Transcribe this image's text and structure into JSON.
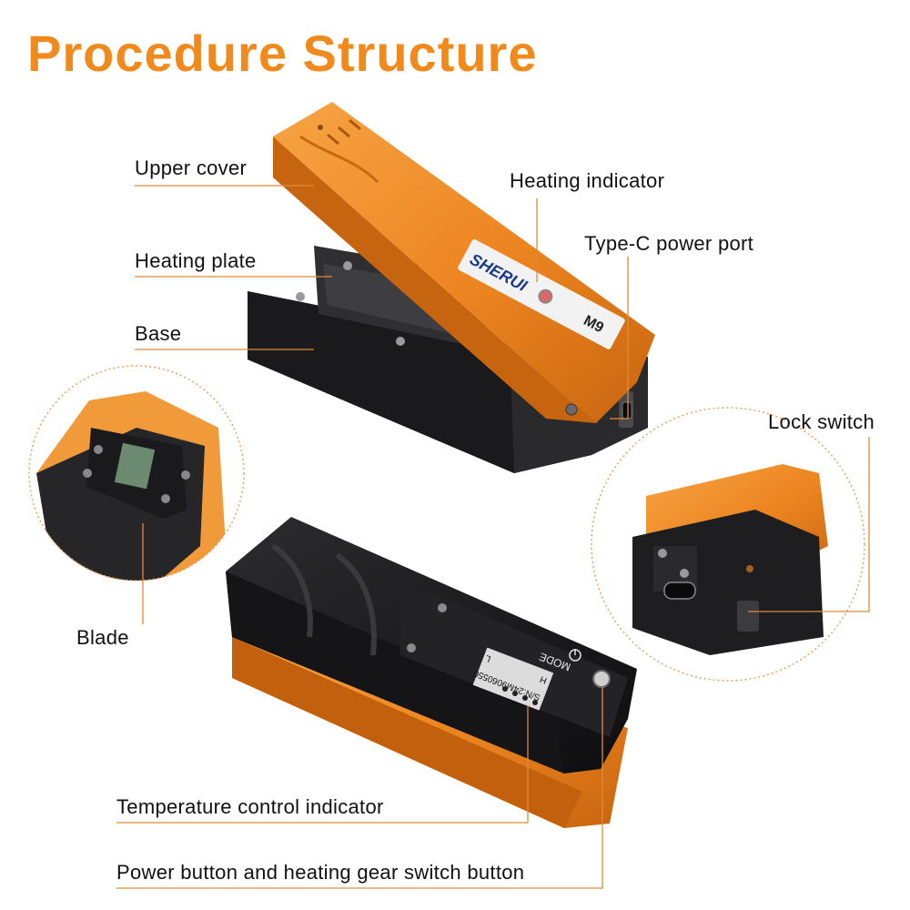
{
  "title": "Procedure Structure",
  "labels": {
    "upper_cover": "Upper cover",
    "heating_indicator": "Heating indicator",
    "type_c_port": "Type-C power port",
    "heating_plate": "Heating plate",
    "base": "Base",
    "lock_switch": "Lock switch",
    "blade": "Blade",
    "temperature_indicator": "Temperature control indicator",
    "power_button": "Power button and heating gear switch button"
  },
  "device_marks": {
    "brand": "SHERUI",
    "model": "M9",
    "serial": "S/N:24M9060550",
    "mode": "MODE",
    "level_high": "H",
    "level_low": "L"
  },
  "colors": {
    "accent": "#f08a1c",
    "device_orange": "#ef8a22",
    "device_black": "#1c1c1e",
    "leader_line": "#e08a3a"
  },
  "icons": [
    "power-icon"
  ]
}
